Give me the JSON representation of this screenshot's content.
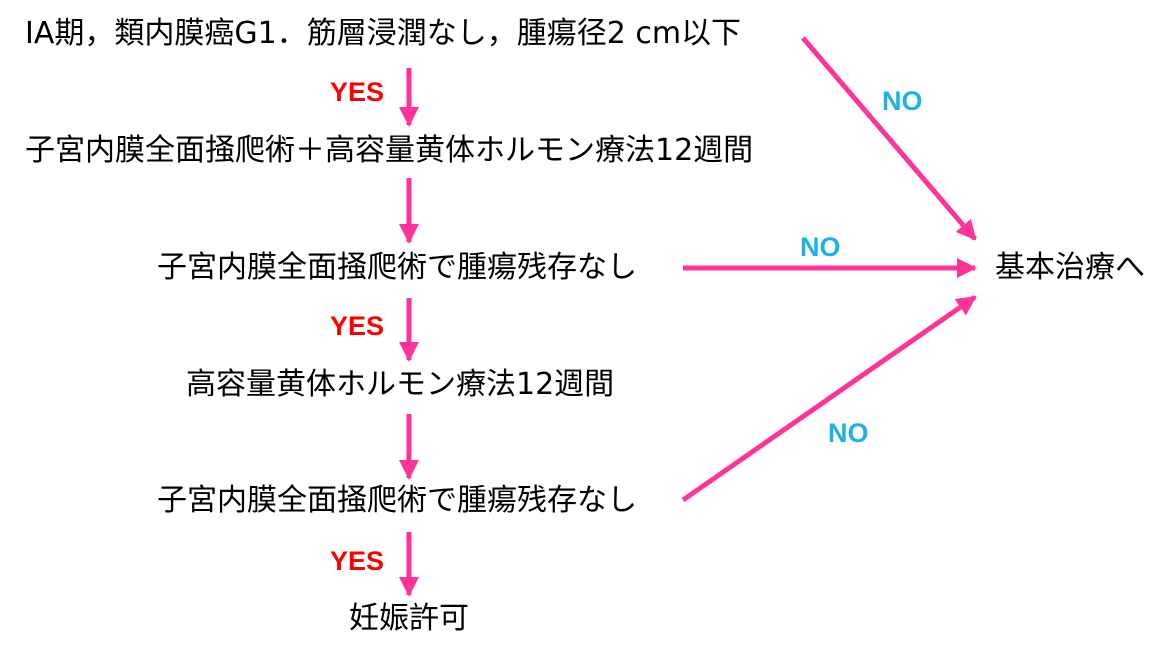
{
  "nodes": {
    "condition": "IA期，類内膜癌G1．筋層浸潤なし，腫瘍径2 cm以下",
    "treatment1": "子宮内膜全面掻爬術＋高容量黄体ホルモン療法12週間",
    "check1": "子宮内膜全面掻爬術で腫瘍残存なし",
    "treatment2": "高容量黄体ホルモン療法12週間",
    "check2": "子宮内膜全面掻爬術で腫瘍残存なし",
    "pregnancy": "妊娠許可",
    "standard": "基本治療へ"
  },
  "edge_labels": {
    "yes1": "YES",
    "yes2": "YES",
    "yes3": "YES",
    "no1": "NO",
    "no2": "NO",
    "no3": "NO"
  },
  "colors": {
    "arrow": "#ff3399",
    "yes": "#ff0000",
    "no": "#1fb0e8",
    "text": "#000000",
    "background": "#ffffff"
  }
}
